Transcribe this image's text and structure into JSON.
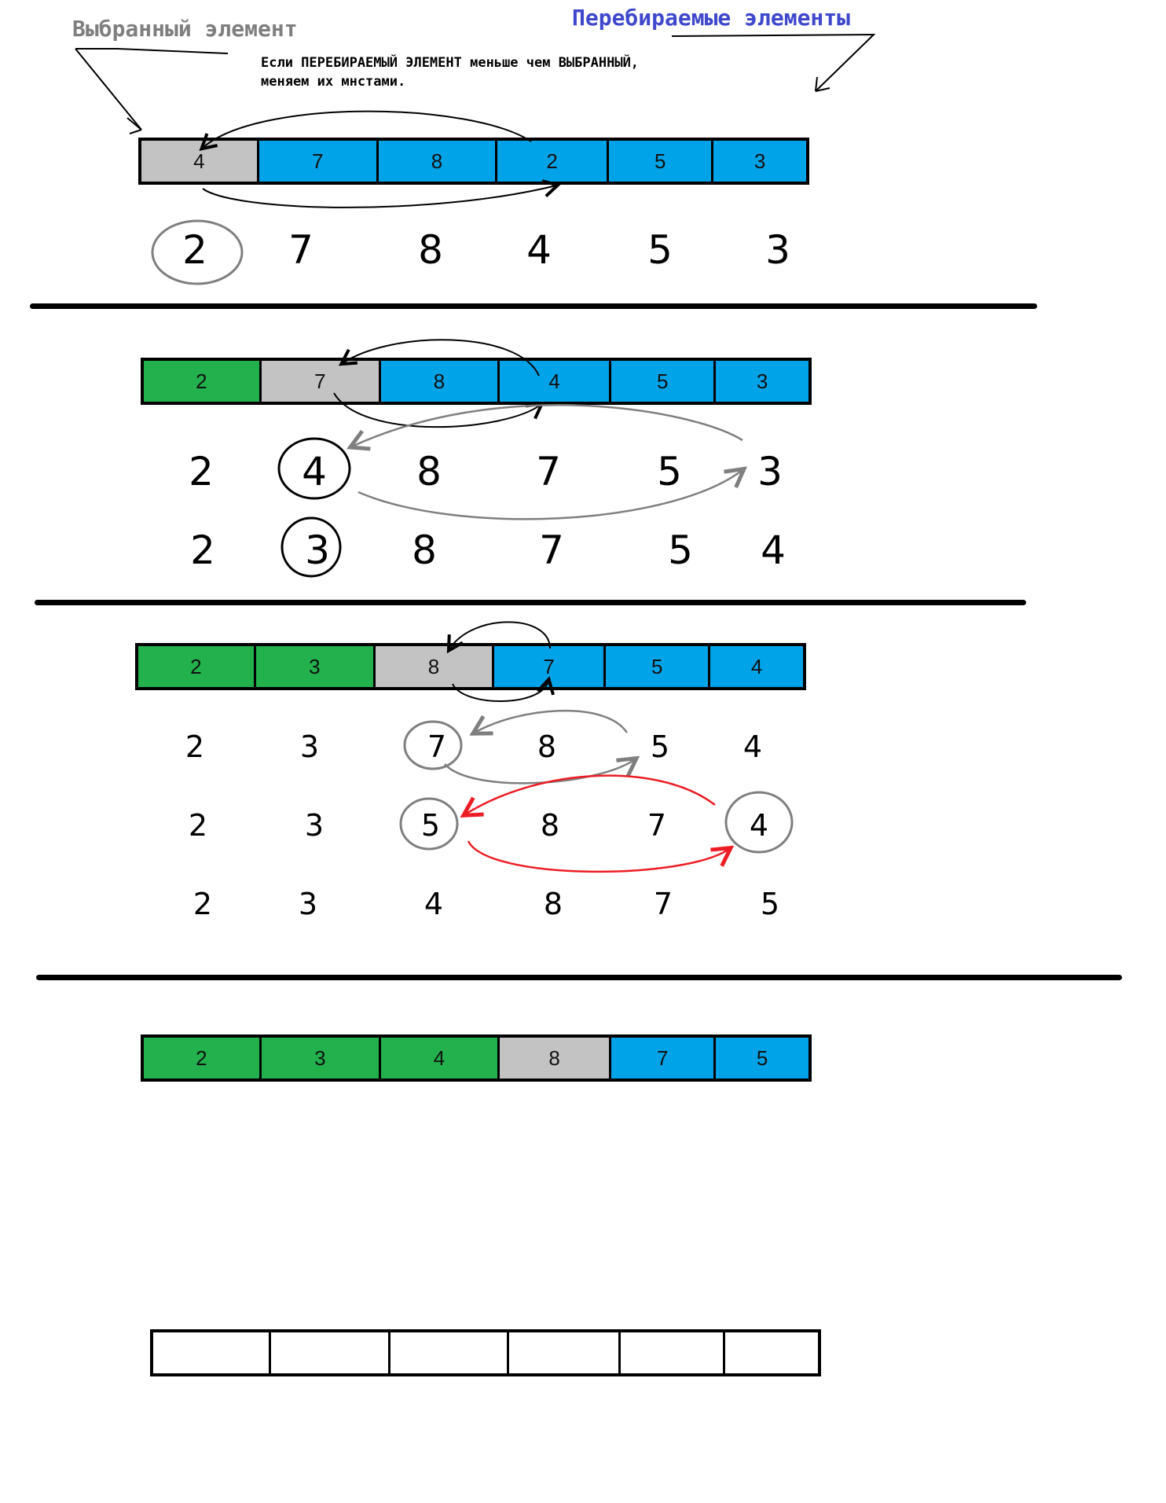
{
  "labels": {
    "selected": "Выбранный элемент",
    "iterated": "Перебираемые элементы",
    "note_line1": "Если ПЕРЕБИРАЕМЫЙ ЭЛЕМЕНТ меньше чем ВЫБРАННЫЙ,",
    "note_line2": "меняем их мнстами."
  },
  "colors": {
    "selected": "#c3c3c3",
    "iterated": "#00a2e8",
    "sorted": "#22b14c",
    "empty": "#ffffff",
    "swap_arrow_red": "#ed1c24",
    "swap_arrow_gray": "#7f7f7f"
  },
  "arrays": [
    {
      "cells": [
        {
          "v": "4",
          "s": "selected"
        },
        {
          "v": "7",
          "s": "iterated"
        },
        {
          "v": "8",
          "s": "iterated"
        },
        {
          "v": "2",
          "s": "iterated"
        },
        {
          "v": "5",
          "s": "iterated"
        },
        {
          "v": "3",
          "s": "iterated"
        }
      ]
    },
    {
      "cells": [
        {
          "v": "2",
          "s": "sorted"
        },
        {
          "v": "7",
          "s": "selected"
        },
        {
          "v": "8",
          "s": "iterated"
        },
        {
          "v": "4",
          "s": "iterated"
        },
        {
          "v": "5",
          "s": "iterated"
        },
        {
          "v": "3",
          "s": "iterated"
        }
      ]
    },
    {
      "cells": [
        {
          "v": "2",
          "s": "sorted"
        },
        {
          "v": "3",
          "s": "sorted"
        },
        {
          "v": "8",
          "s": "selected"
        },
        {
          "v": "7",
          "s": "iterated"
        },
        {
          "v": "5",
          "s": "iterated"
        },
        {
          "v": "4",
          "s": "iterated"
        }
      ]
    },
    {
      "cells": [
        {
          "v": "2",
          "s": "sorted"
        },
        {
          "v": "3",
          "s": "sorted"
        },
        {
          "v": "4",
          "s": "sorted"
        },
        {
          "v": "8",
          "s": "selected"
        },
        {
          "v": "7",
          "s": "iterated"
        },
        {
          "v": "5",
          "s": "iterated"
        }
      ]
    },
    {
      "cells": [
        {
          "v": "",
          "s": "empty"
        },
        {
          "v": "",
          "s": "empty"
        },
        {
          "v": "",
          "s": "empty"
        },
        {
          "v": "",
          "s": "empty"
        },
        {
          "v": "",
          "s": "empty"
        },
        {
          "v": "",
          "s": "empty"
        }
      ]
    }
  ],
  "handwritten_rows": [
    [
      "2",
      "7",
      "8",
      "4",
      "5",
      "3"
    ],
    [
      "2",
      "4",
      "8",
      "7",
      "5",
      "3"
    ],
    [
      "2",
      "3",
      "8",
      "7",
      "5",
      "4"
    ],
    [
      "2",
      "3",
      "7",
      "8",
      "5",
      "4"
    ],
    [
      "2",
      "3",
      "5",
      "8",
      "7",
      "4"
    ],
    [
      "2",
      "3",
      "4",
      "8",
      "7",
      "5"
    ]
  ]
}
